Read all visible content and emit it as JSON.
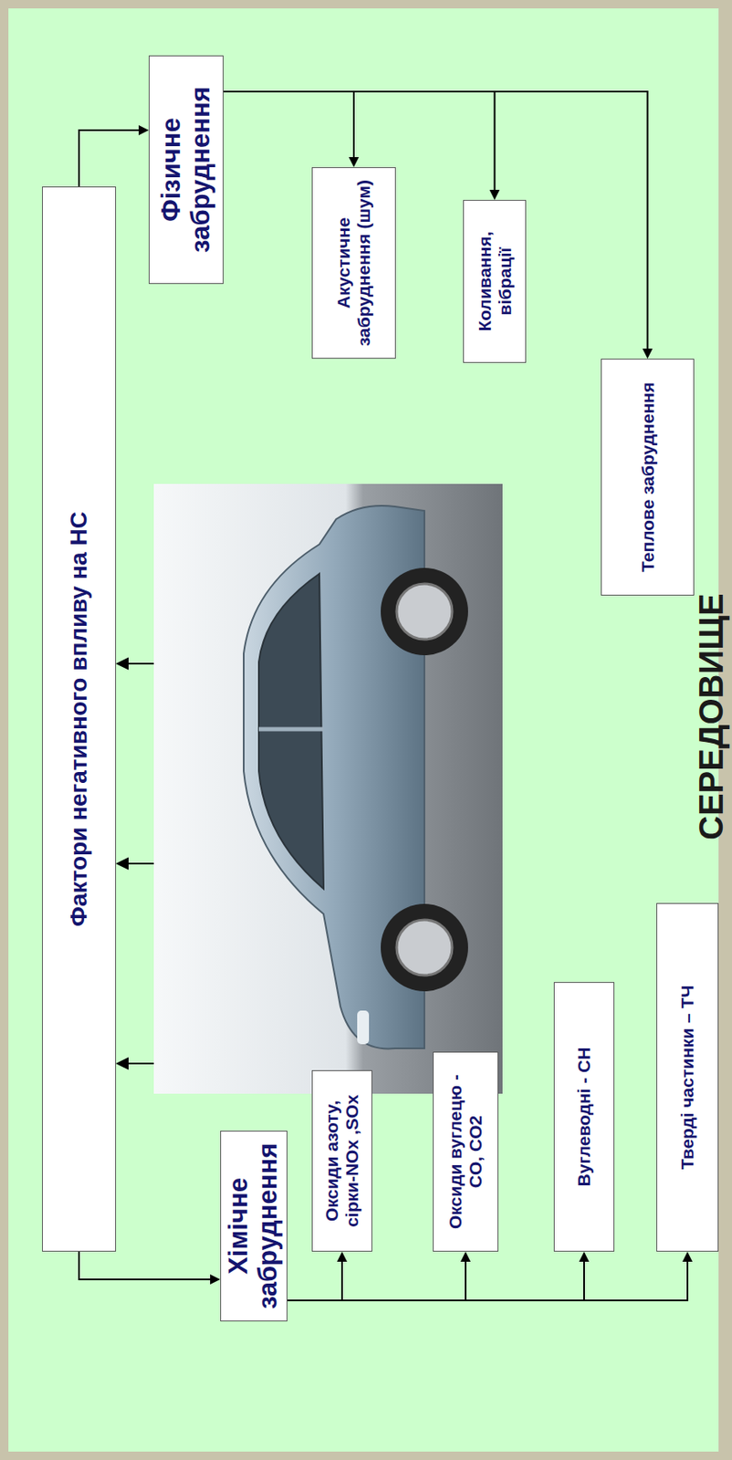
{
  "diagram": {
    "title": "СЕРЕДОВИЩЕ",
    "nodes": [
      {
        "text": [
          "Фактори негативного впливу на НС"
        ]
      },
      {
        "text": [
          "Хімічне забруднення"
        ]
      },
      {
        "text": [
          "Фізичне забруднення"
        ]
      },
      {
        "text": [
          "Оксиди азоту, сірки-NOx ,SOx"
        ]
      },
      {
        "text": [
          "Оксиди вуглецю - CO, CO2"
        ]
      },
      {
        "text": [
          "Вуглеводні - CH"
        ]
      },
      {
        "text": [
          "Тверді частинки – ТЧ"
        ]
      },
      {
        "text": [
          "Акустичне забруднення (шум)"
        ]
      },
      {
        "text": [
          "Коливання, вібрації"
        ]
      },
      {
        "text": [
          "Теплове забруднення"
        ]
      }
    ],
    "edges": [
      {
        "from": 0,
        "to": 1,
        "arrow": "to"
      },
      {
        "from": 0,
        "to": 2,
        "arrow": "to"
      },
      {
        "from": 1,
        "to": 3,
        "arrow": "to"
      },
      {
        "from": 1,
        "to": 4,
        "arrow": "to"
      },
      {
        "from": 1,
        "to": 5,
        "arrow": "to"
      },
      {
        "from": 1,
        "to": 6,
        "arrow": "to"
      },
      {
        "from": 2,
        "to": 7,
        "arrow": "to"
      },
      {
        "from": 2,
        "to": 8,
        "arrow": "to"
      },
      {
        "from": 2,
        "to": 9,
        "arrow": "to"
      }
    ]
  }
}
